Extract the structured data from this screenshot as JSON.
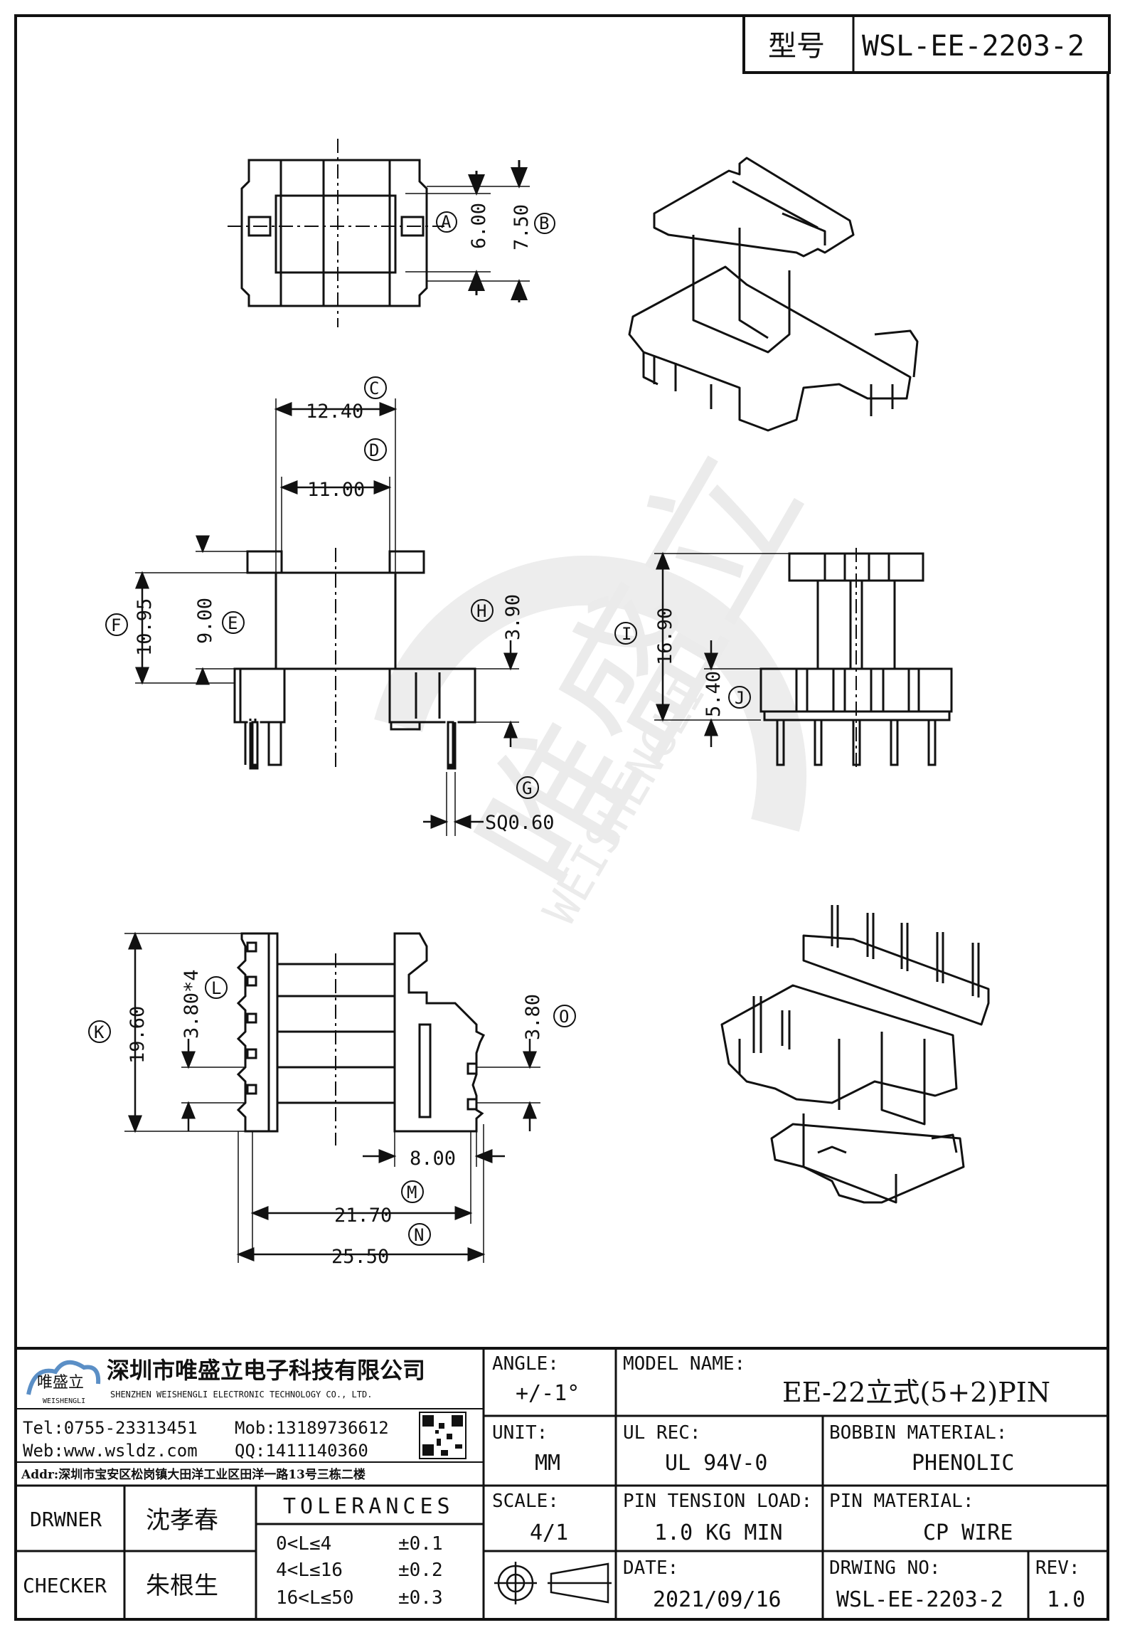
{
  "model_box": {
    "label": "型号",
    "value": "WSL-EE-2203-2"
  },
  "watermark": {
    "cn": "唯盛立",
    "en": "WEISHENGLI"
  },
  "dimensions": {
    "top_a": "6.00",
    "top_b": "7.50",
    "front_c": "12.40",
    "front_d": "11.00",
    "front_e": "9.00",
    "front_f": "10.95",
    "front_h": "3.90",
    "front_g": "SQ0.60",
    "side_i": "16.90",
    "side_j": "5.40",
    "bottom_k": "19.60",
    "bottom_l": "3.80*4",
    "bottom_o": "3.80",
    "bottom_8": "8.00",
    "bottom_m": "21.70",
    "bottom_n": "25.50"
  },
  "callouts": {
    "a": "A",
    "b": "B",
    "c": "C",
    "d": "D",
    "e": "E",
    "f": "F",
    "g": "G",
    "h": "H",
    "i": "I",
    "j": "J",
    "k": "K",
    "l": "L",
    "m": "M",
    "n": "N",
    "o": "O"
  },
  "company": {
    "name_cn": "深圳市唯盛立电子科技有限公司",
    "name_en": "SHENZHEN WEISHENGLI ELECTRONIC TECHNOLOGY CO., LTD.",
    "logo_cn": "唯盛立",
    "logo_en": "WEISHENGLI",
    "tel": "Tel:0755-23313451",
    "mob": "Mob:13189736612",
    "web": "Web:www.wsldz.com",
    "qq": "QQ:1411140360",
    "addr": "Addr:深圳市宝安区松岗镇大田洋工业区田洋一路13号三栋二楼"
  },
  "title_block": {
    "angle_label": "ANGLE:",
    "angle_value": "+/-1°",
    "model_name_label": "MODEL NAME:",
    "model_name_value": "EE-22立式(5+2)PIN",
    "unit_label": "UNIT:",
    "unit_value": "MM",
    "ul_label": "UL REC:",
    "ul_value": "UL 94V-0",
    "bobbin_label": "BOBBIN MATERIAL:",
    "bobbin_value": "PHENOLIC",
    "scale_label": "SCALE:",
    "scale_value": "4/1",
    "tension_label": "PIN TENSION LOAD:",
    "tension_value": "1.0 KG MIN",
    "pin_mat_label": "PIN MATERIAL:",
    "pin_mat_value": "CP WIRE",
    "date_label": "DATE:",
    "date_value": "2021/09/16",
    "drwing_label": "DRWING NO:",
    "drwing_value": "WSL-EE-2203-2",
    "rev_label": "REV:",
    "rev_value": "1.0",
    "drwner_label": "DRWNER",
    "drwner_value": "沈孝春",
    "checker_label": "CHECKER",
    "checker_value": "朱根生",
    "tol_label": "TOLERANCES",
    "tol_rows": [
      {
        "range": "0<L≤4",
        "value": "±0.1"
      },
      {
        "range": "4<L≤16",
        "value": "±0.2"
      },
      {
        "range": "16<L≤50",
        "value": "±0.3"
      }
    ]
  }
}
